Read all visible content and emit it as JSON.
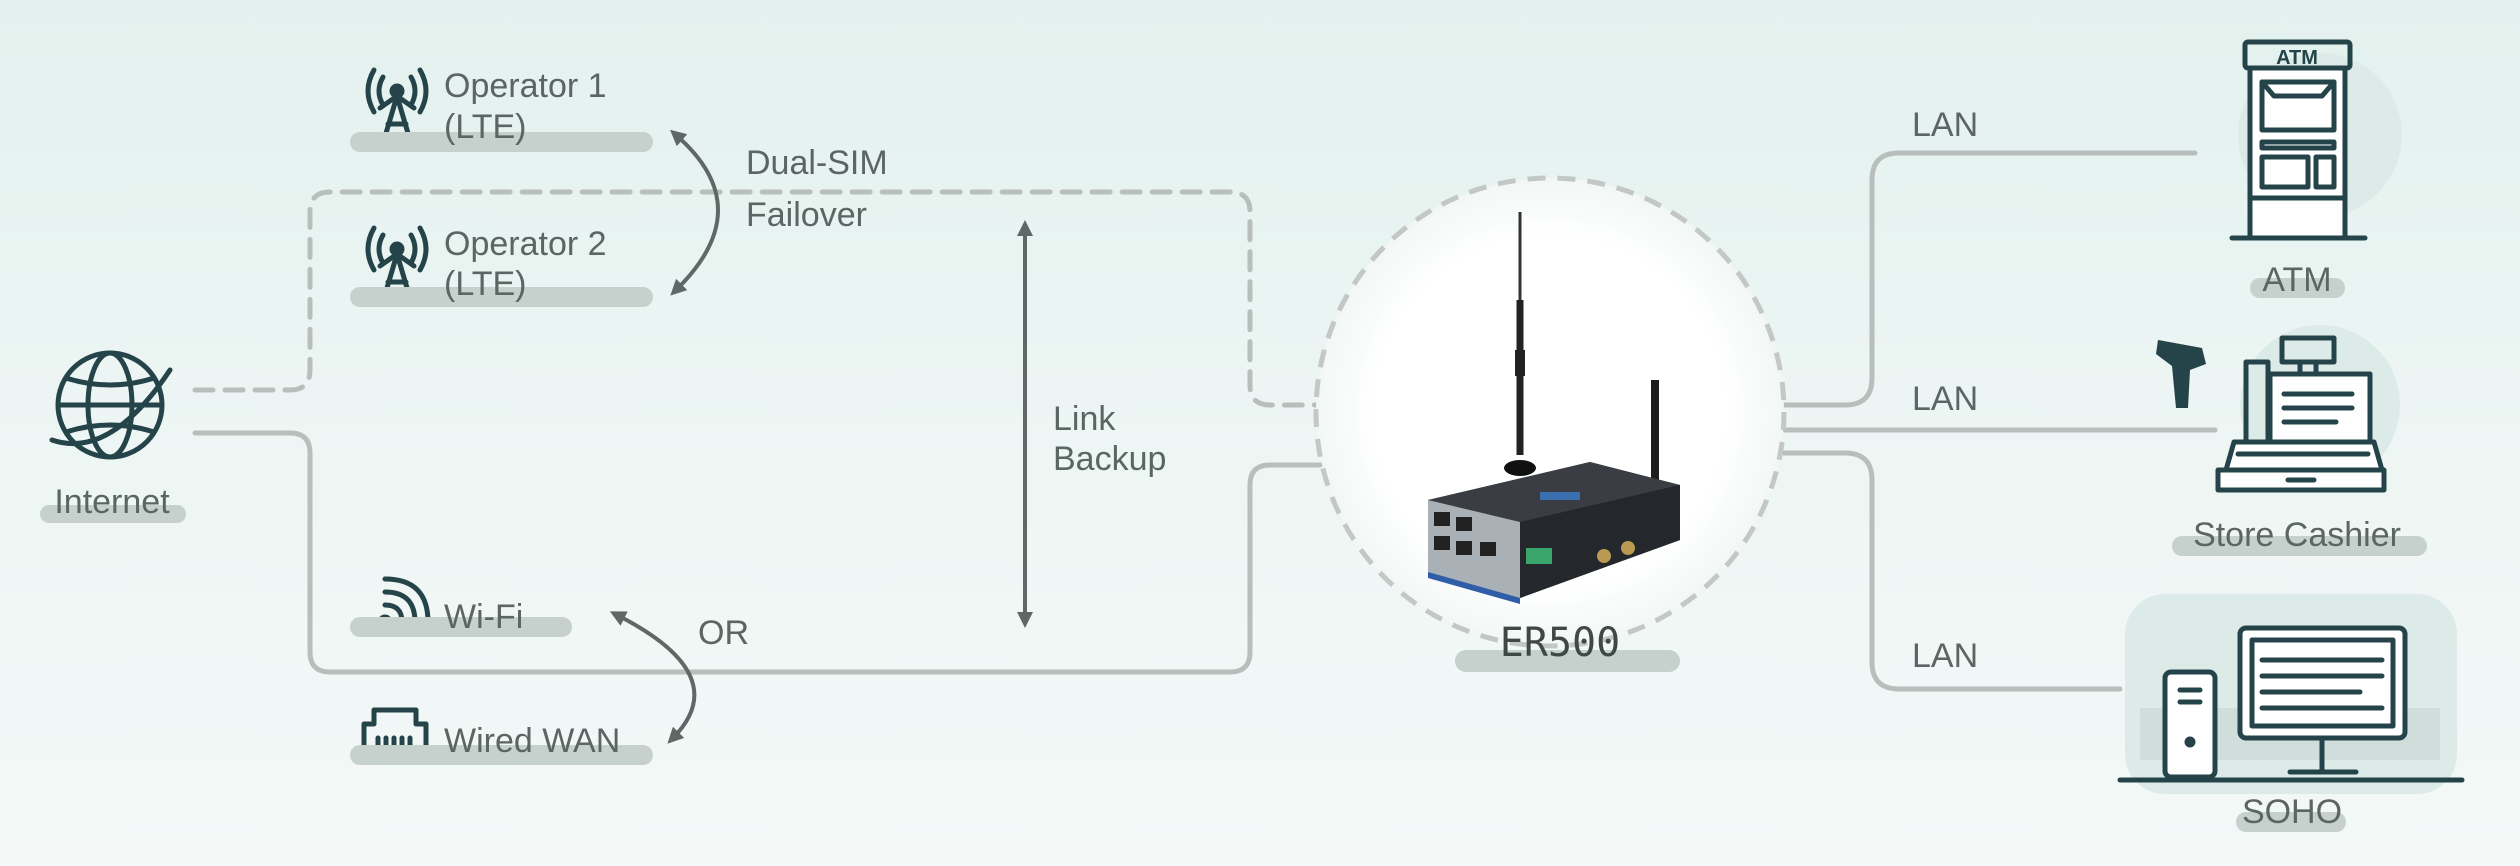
{
  "nodes": {
    "internet": "Internet",
    "operator1_line1": "Operator 1",
    "operator1_line2": "(LTE)",
    "operator2_line1": "Operator 2",
    "operator2_line2": "(LTE)",
    "wifi": "Wi-Fi",
    "wired_wan": "Wired WAN",
    "router": "ER500",
    "atm_label": "ATM",
    "atm_sign": "ATM",
    "cashier": "Store Cashier",
    "soho": "SOHO"
  },
  "annotations": {
    "dual_sim_line1": "Dual-SIM",
    "dual_sim_line2": "Failover",
    "link_backup_line1": "Link",
    "link_backup_line2": "Backup",
    "or": "OR"
  },
  "links": {
    "lan_atm": "LAN",
    "lan_cashier": "LAN",
    "lan_soho": "LAN"
  },
  "colors": {
    "line": "#b7bebc",
    "icon": "#24444a",
    "label_bar": "#c6d0cd",
    "text": "#5b6563"
  }
}
